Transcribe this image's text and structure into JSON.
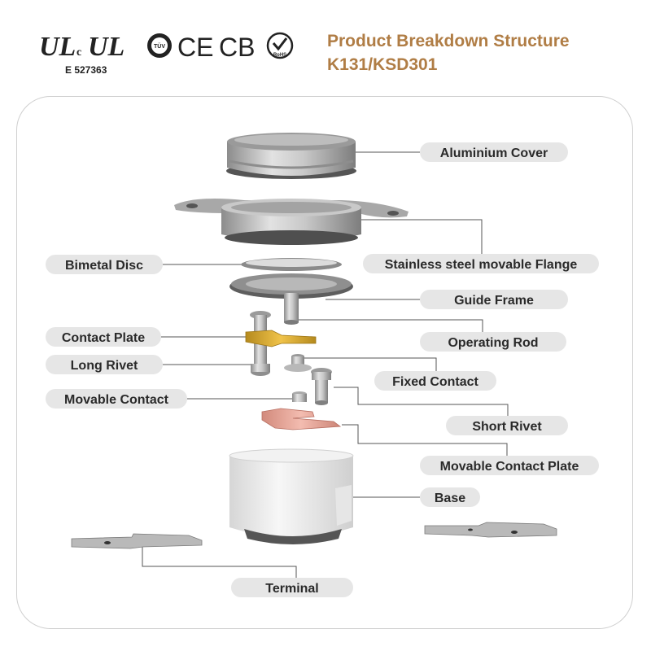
{
  "certifications": {
    "ul_mark": "UL",
    "ul_c_mark": "c",
    "tuv_mark": "TÜV",
    "ce_mark": "CE",
    "cb_mark": "CB",
    "rohs_mark": "RoHS",
    "ul_file_number": "E 527363"
  },
  "header": {
    "title_line1": "Product Breakdown Structure",
    "title_line2": "K131/KSD301"
  },
  "labels": {
    "aluminium_cover": "Aluminium Cover",
    "stainless_flange": "Stainless steel movable Flange",
    "bimetal_disc": "Bimetal Disc",
    "guide_frame": "Guide Frame",
    "contact_plate": "Contact Plate",
    "operating_rod": "Operating Rod",
    "long_rivet": "Long Rivet",
    "fixed_contact": "Fixed Contact",
    "movable_contact": "Movable Contact",
    "short_rivet": "Short Rivet",
    "movable_contact_plate": "Movable Contact Plate",
    "base": "Base",
    "terminal": "Terminal"
  },
  "colors": {
    "title": "#b07d45",
    "label_pill": "#e6e6e6",
    "leader_line": "#555555",
    "contact_plate": "#d9a72c",
    "movable_contact_plate": "#e6a79a"
  }
}
